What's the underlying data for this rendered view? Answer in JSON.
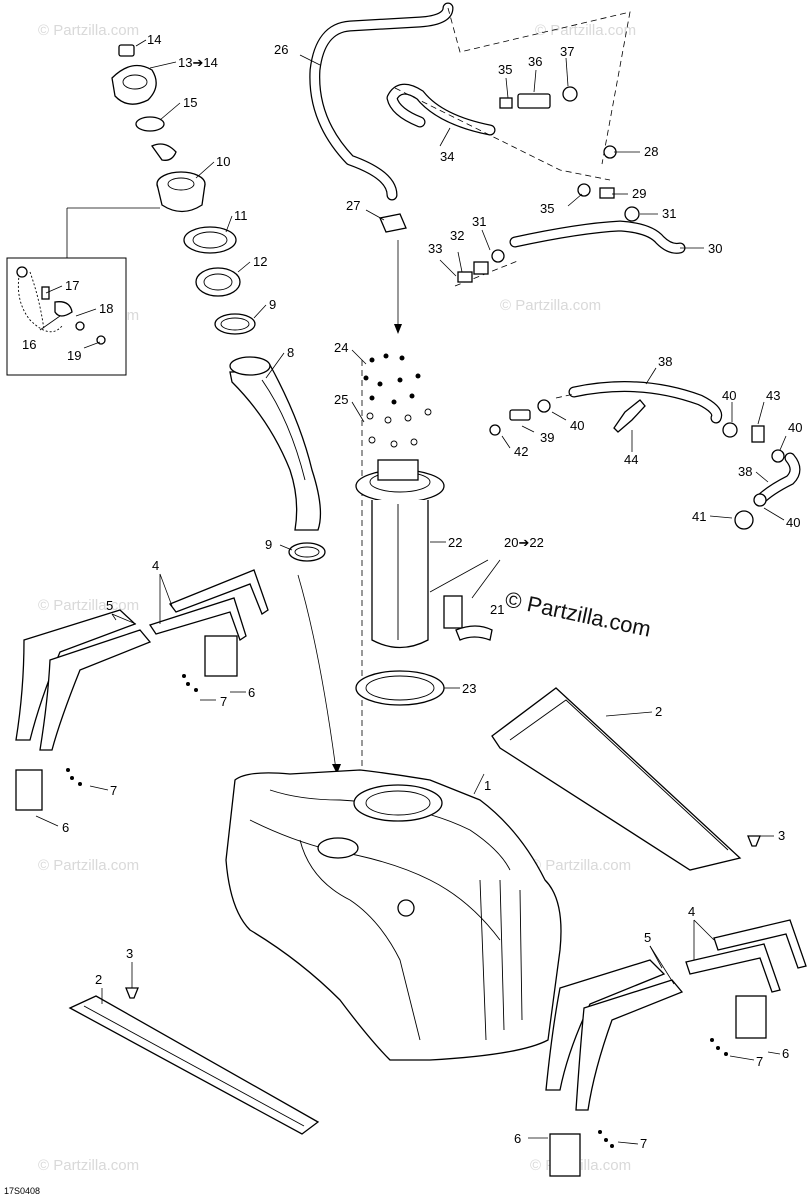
{
  "diagram_code": "17S0408",
  "watermarks": {
    "copyright": "© Partzilla.com",
    "faint": "© Partzilla.com"
  },
  "callouts": {
    "c14": "14",
    "c13_14": "13➔14",
    "c15": "15",
    "c10": "10",
    "c11": "11",
    "c12": "12",
    "c9a": "9",
    "c8": "8",
    "c9b": "9",
    "c17": "17",
    "c18": "18",
    "c16": "16",
    "c19": "19",
    "c26": "26",
    "c35a": "35",
    "c36": "36",
    "c37": "37",
    "c34": "34",
    "c28": "28",
    "c29": "29",
    "c35b": "35",
    "c31a": "31",
    "c27": "27",
    "c31b": "31",
    "c33": "33",
    "c32": "32",
    "c30": "30",
    "c24": "24",
    "c25": "25",
    "c38a": "38",
    "c40a": "40",
    "c43": "43",
    "c40b": "40",
    "c39": "39",
    "c40c": "40",
    "c42": "42",
    "c44": "44",
    "c38b": "38",
    "c41": "41",
    "c40d": "40",
    "c22": "22",
    "c20_22": "20➔22",
    "c21": "21",
    "c23": "23",
    "c4a": "4",
    "c5a": "5",
    "c6a": "6",
    "c7a": "7",
    "c7b": "7",
    "c6b": "6",
    "c2a": "2",
    "c3a": "3",
    "c1": "1",
    "c3b": "3",
    "c2b": "2",
    "c4b": "4",
    "c5b": "5",
    "c7c": "7",
    "c6c": "6",
    "c6d": "6",
    "c7d": "7"
  }
}
